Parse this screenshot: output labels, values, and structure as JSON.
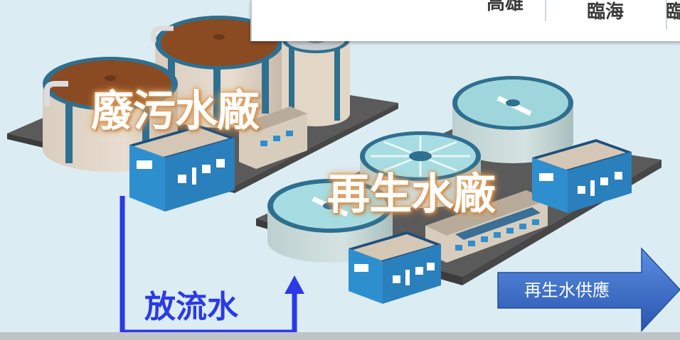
{
  "top_table": {
    "cells": [
      "高雄",
      "臨海",
      "臨"
    ]
  },
  "plants": {
    "wastewater_label": "廢污水廠",
    "reclaimed_label": "再生水廠"
  },
  "flows": {
    "effluent_label": "放流水",
    "supply_label": "再生水供應"
  },
  "colors": {
    "background": "#dcecf3",
    "effluent_line": "#2a3ae8",
    "supply_arrow": "#3468c4",
    "building_blue": "#2e8fcf",
    "sludge_brown": "#8a4a22"
  }
}
